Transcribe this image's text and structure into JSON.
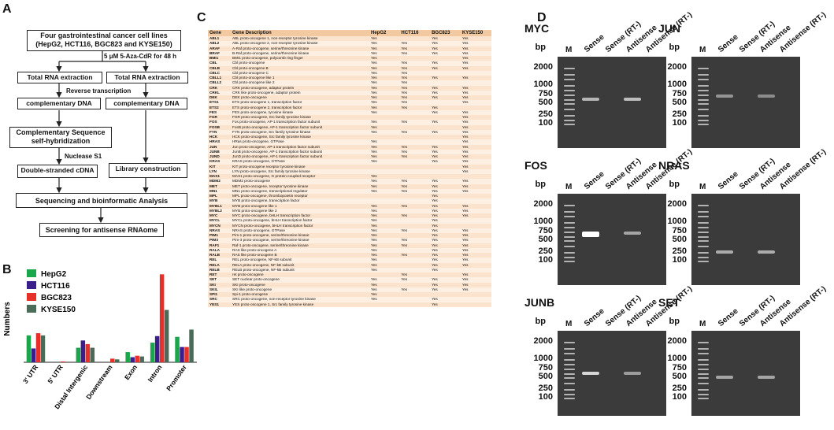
{
  "panels": {
    "a": "A",
    "b": "B",
    "c": "C",
    "d": "D"
  },
  "flow": {
    "top": "Four gastrointestinal cancer cell lines (HepG2, HCT116, BGC823 and KYSE150)",
    "aza": "5 μM  5-Aza-CdR for 48 h",
    "rna1": "Total RNA extraction",
    "rna2": "Total RNA extraction",
    "rt": "Reverse transcription",
    "cdna1": "complementary DNA",
    "cdna2": "complementary DNA",
    "comp": "Complementary  Sequence self-hybridization",
    "nuclease": "Nuclease S1",
    "ds": "Double-stranded cDNA",
    "lib": "Library construction",
    "seq": "Sequencing and bioinformatic Analysis",
    "screen": "Screening for antisense RNAome"
  },
  "chart_data": {
    "type": "bar",
    "ylabel": "Numbers",
    "categories": [
      "3' UTR",
      "5' UTR",
      "Distal Intergenic",
      "Downstream",
      "Exon",
      "Intron",
      "Promoter"
    ],
    "series": [
      {
        "name": "HepG2",
        "color": "#1aa64a",
        "values": [
          37,
          0,
          20,
          0,
          14,
          27,
          35
        ]
      },
      {
        "name": "HCT116",
        "color": "#3a1e8c",
        "values": [
          19,
          0,
          30,
          0,
          7,
          36,
          21
        ]
      },
      {
        "name": "BGC823",
        "color": "#e8302a",
        "values": [
          40,
          1,
          25,
          5,
          9,
          121,
          21
        ]
      },
      {
        "name": "KYSE150",
        "color": "#4a6b58",
        "values": [
          37,
          0,
          20,
          4,
          8,
          72,
          45
        ]
      }
    ],
    "ylim": [
      0,
      130
    ],
    "legend": "top-left"
  },
  "table": {
    "headers": [
      "Gene",
      "Gene Description",
      "HepG2",
      "HCT116",
      "BGC823",
      "KYSE150"
    ],
    "rows": [
      [
        "ABL1",
        "ABL proto-oncogene 1, non-receptor tyrosine kinase",
        "Yes",
        "",
        "Yes",
        "Yes"
      ],
      [
        "ABL2",
        "ABL proto-oncogene 2, non-receptor tyrosine kinase",
        "Yes",
        "Yes",
        "Yes",
        "Yes"
      ],
      [
        "ARAF",
        "A-Raf proto-oncogene, serine/threonine kinase",
        "Yes",
        "Yes",
        "Yes",
        "Yes"
      ],
      [
        "BRAF",
        "B-Raf proto-oncogene, serine/threonine kinase",
        "Yes",
        "Yes",
        "Yes",
        "Yes"
      ],
      [
        "BMI1",
        "BMI1 proto-oncogene, polycomb ring finger",
        "Yes",
        "",
        "",
        "Yes"
      ],
      [
        "CBL",
        "Cbl proto-oncogene",
        "Yes",
        "Yes",
        "Yes",
        "Yes"
      ],
      [
        "CBLB",
        "Cbl proto-oncogene B",
        "Yes",
        "Yes",
        "Yes",
        "Yes"
      ],
      [
        "CBLC",
        "Cbl proto-oncogene C",
        "Yes",
        "Yes",
        "",
        ""
      ],
      [
        "CBLL1",
        "Cbl proto-oncogene like 1",
        "Yes",
        "Yes",
        "Yes",
        "Yes"
      ],
      [
        "CBLL2",
        "Cbl proto-oncogene like 2",
        "Yes",
        "Yes",
        "",
        ""
      ],
      [
        "CRK",
        "CRK proto-oncogene, adaptor protein",
        "Yes",
        "Yes",
        "Yes",
        "Yes"
      ],
      [
        "CRKL",
        "CRK like proto-oncogene, adaptor protein",
        "Yes",
        "Yes",
        "Yes",
        "Yes"
      ],
      [
        "DEK",
        "DEK proto-oncogene",
        "Yes",
        "Yes",
        "Yes",
        "Yes"
      ],
      [
        "ETS1",
        "ETS proto-oncogene 1, transcription factor",
        "Yes",
        "Yes",
        "",
        "Yes"
      ],
      [
        "ETS2",
        "ETS proto-oncogene 2, transcription factor",
        "Yes",
        "Yes",
        "Yes",
        ""
      ],
      [
        "FES",
        "FES proto-oncogene, tyrosine kinase",
        "Yes",
        "",
        "Yes",
        "Yes"
      ],
      [
        "FGR",
        "FGR proto-oncogene, Src family tyrosine kinase",
        "",
        "",
        "",
        "Yes"
      ],
      [
        "FOS",
        "Fos proto-oncogene, AP-1 transcription factor subunit",
        "Yes",
        "Yes",
        "Yes",
        "Yes"
      ],
      [
        "FOSB",
        "FosB proto-oncogene, AP-1 transcription factor subunit",
        "Yes",
        "",
        "",
        "Yes"
      ],
      [
        "FYN",
        "FYN proto-oncogene, Src family tyrosine kinase",
        "Yes",
        "Yes",
        "Yes",
        "Yes"
      ],
      [
        "HCK",
        "HCK proto-oncogene, Src family tyrosine kinase",
        "",
        "",
        "",
        "Yes"
      ],
      [
        "HRAS",
        "HRas proto-oncogene, GTPase",
        "Yes",
        "",
        "",
        "Yes"
      ],
      [
        "JUN",
        "Jun proto-oncogene, AP-1 transcription factor subunit",
        "Yes",
        "Yes",
        "Yes",
        "Yes"
      ],
      [
        "JUNB",
        "JunB proto-oncogene, AP-1 transcription factor subunit",
        "Yes",
        "Yes",
        "Yes",
        "Yes"
      ],
      [
        "JUND",
        "JunD proto-oncogene, AP-1 transcription factor subunit",
        "Yes",
        "Yes",
        "Yes",
        "Yes"
      ],
      [
        "KRAS",
        "KRAS proto-oncogene, GTPase",
        "Yes",
        "",
        "Yes",
        "Yes"
      ],
      [
        "KIT",
        "KIT proto-oncogene receptor tyrosine kinase",
        "",
        "",
        "",
        "Yes"
      ],
      [
        "LYN",
        "LYN proto-oncogene, Src family tyrosine kinase",
        "",
        "",
        "",
        "Yes"
      ],
      [
        "MAS1",
        "MAS1 proto-oncogene, G protein-coupled receptor",
        "Yes",
        "",
        "",
        ""
      ],
      [
        "MDM2",
        "MDM2 proto-oncogene",
        "Yes",
        "Yes",
        "Yes",
        "Yes"
      ],
      [
        "MET",
        "MET proto-oncogene, receptor tyrosine kinase",
        "Yes",
        "Yes",
        "Yes",
        "Yes"
      ],
      [
        "MN1",
        "MN1 proto-oncogene, transcriptional regulator",
        "Yes",
        "Yes",
        "Yes",
        "Yes"
      ],
      [
        "MPL",
        "MPL proto-oncogene, thrombopoietin receptor",
        "",
        "",
        "Yes",
        ""
      ],
      [
        "MYB",
        "MYB proto-oncogene, transcription factor",
        "",
        "",
        "Yes",
        ""
      ],
      [
        "MYBL1",
        "MYB proto-oncogene like 1",
        "Yes",
        "Yes",
        "Yes",
        "Yes"
      ],
      [
        "MYBL2",
        "MYB proto-oncogene like 2",
        "Yes",
        "",
        "Yes",
        "Yes"
      ],
      [
        "MYC",
        "MYC proto-oncogene, bHLH transcription factor",
        "Yes",
        "Yes",
        "Yes",
        "Yes"
      ],
      [
        "MYCL",
        "MYCL proto-oncogene, bHLH transcription factor",
        "Yes",
        "",
        "Yes",
        ""
      ],
      [
        "MYCN",
        "MYCN proto-oncogene, bHLH transcription factor",
        "Yes",
        "",
        "Yes",
        ""
      ],
      [
        "NRAS",
        "NRAS proto-oncogene, GTPase",
        "Yes",
        "Yes",
        "Yes",
        "Yes"
      ],
      [
        "PIM1",
        "Pim-1 proto-oncogene, serine/threonine kinase",
        "Yes",
        "",
        "Yes",
        "Yes"
      ],
      [
        "PIM3",
        "Pim-3 proto-oncogene, serine/threonine kinase",
        "Yes",
        "Yes",
        "Yes",
        "Yes"
      ],
      [
        "RAF1",
        "Raf-1 proto-oncogene, serine/threonine kinase",
        "Yes",
        "Yes",
        "Yes",
        "Yes"
      ],
      [
        "RALA",
        "RAS like proto-oncogene A",
        "Yes",
        "",
        "Yes",
        "Yes"
      ],
      [
        "RALB",
        "RAS like proto-oncogene B",
        "Yes",
        "Yes",
        "Yes",
        "Yes"
      ],
      [
        "REL",
        "REL proto-oncogene, NF-kB subunit",
        "Yes",
        "",
        "Yes",
        "Yes"
      ],
      [
        "RELA",
        "RELA proto-oncogene, NF-kB subunit",
        "Yes",
        "",
        "Yes",
        "Yes"
      ],
      [
        "RELB",
        "RELB proto-oncogene, NF-kB subunit",
        "Yes",
        "",
        "Yes",
        ""
      ],
      [
        "RET",
        "ret proto-oncogene",
        "",
        "Yes",
        "",
        "Yes"
      ],
      [
        "SET",
        "SET nuclear proto-oncogene",
        "Yes",
        "Yes",
        "Yes",
        "Yes"
      ],
      [
        "SKI",
        "SKI proto-oncogene",
        "Yes",
        "",
        "Yes",
        "Yes"
      ],
      [
        "SKIL",
        "SKI like proto-oncogene",
        "Yes",
        "Yes",
        "Yes",
        "Yes"
      ],
      [
        "SPI1",
        "Spi-1 proto-oncogene",
        "Yes",
        "",
        "",
        ""
      ],
      [
        "SRC",
        "SRC proto-oncogene, non-receptor tyrosine kinase",
        "Yes",
        "",
        "Yes",
        ""
      ],
      [
        "YES1",
        "YES proto-oncogene 1, Src family tyrosine kinase",
        "",
        "",
        "Yes",
        ""
      ]
    ]
  },
  "gel_common": {
    "bp": "bp",
    "ladder": [
      "2000",
      "1000",
      "750",
      "500",
      "250",
      "100"
    ],
    "lanes": [
      "M",
      "Sense",
      "Sense (RT-)",
      "Antisense",
      "Antisense (RT-)"
    ]
  },
  "gels": [
    {
      "title": "MYC",
      "bands": [
        {
          "lane": 1,
          "bp": 600,
          "intensity": 0.55
        },
        {
          "lane": 3,
          "bp": 600,
          "intensity": 0.6
        }
      ]
    },
    {
      "title": "JUN",
      "bands": [
        {
          "lane": 1,
          "bp": 700,
          "intensity": 0.35
        },
        {
          "lane": 3,
          "bp": 700,
          "intensity": 0.3
        }
      ]
    },
    {
      "title": "FOS",
      "bands": [
        {
          "lane": 1,
          "bp": 700,
          "intensity": 1.0
        },
        {
          "lane": 3,
          "bp": 700,
          "intensity": 0.45
        }
      ]
    },
    {
      "title": "NRAS",
      "bands": [
        {
          "lane": 1,
          "bp": 250,
          "intensity": 0.5
        },
        {
          "lane": 3,
          "bp": 250,
          "intensity": 0.5
        }
      ]
    },
    {
      "title": "JUNB",
      "bands": [
        {
          "lane": 1,
          "bp": 600,
          "intensity": 0.75
        },
        {
          "lane": 3,
          "bp": 600,
          "intensity": 0.4
        }
      ]
    },
    {
      "title": "SET",
      "bands": [
        {
          "lane": 1,
          "bp": 500,
          "intensity": 0.45
        },
        {
          "lane": 3,
          "bp": 500,
          "intensity": 0.45
        }
      ]
    }
  ]
}
